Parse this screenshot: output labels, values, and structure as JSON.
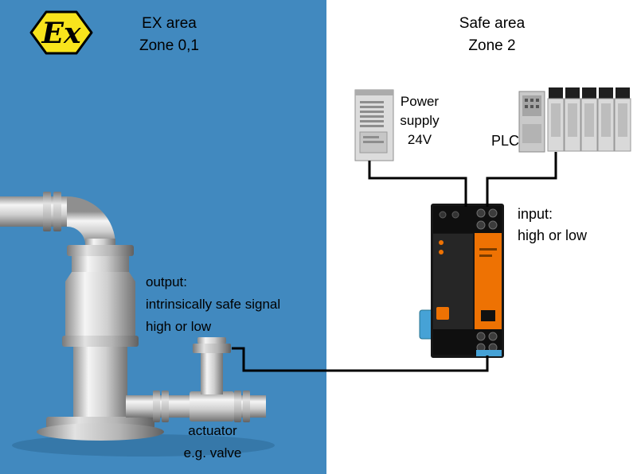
{
  "colors": {
    "ex_blue": "#4189bf",
    "atex_yellow": "#f8e41c",
    "isolator_orange": "#ee7203",
    "din_blue": "#46a2d6",
    "wire_black": "#000000"
  },
  "ex_area": {
    "title": "EX area",
    "zone": "Zone 0,1"
  },
  "safe_area": {
    "title": "Safe area",
    "zone": "Zone 2"
  },
  "atex_logo": {
    "text": "Ex"
  },
  "power_supply": {
    "line1": "Power",
    "line2": "supply",
    "line3": "24V"
  },
  "plc": {
    "label": "PLC"
  },
  "isolator_input": {
    "line1": "input:",
    "line2": "high or low"
  },
  "output_signal": {
    "line1": "output:",
    "line2": "intrinsically safe signal",
    "line3": "high or low"
  },
  "actuator": {
    "line1": "actuator",
    "line2": "e.g. valve"
  }
}
